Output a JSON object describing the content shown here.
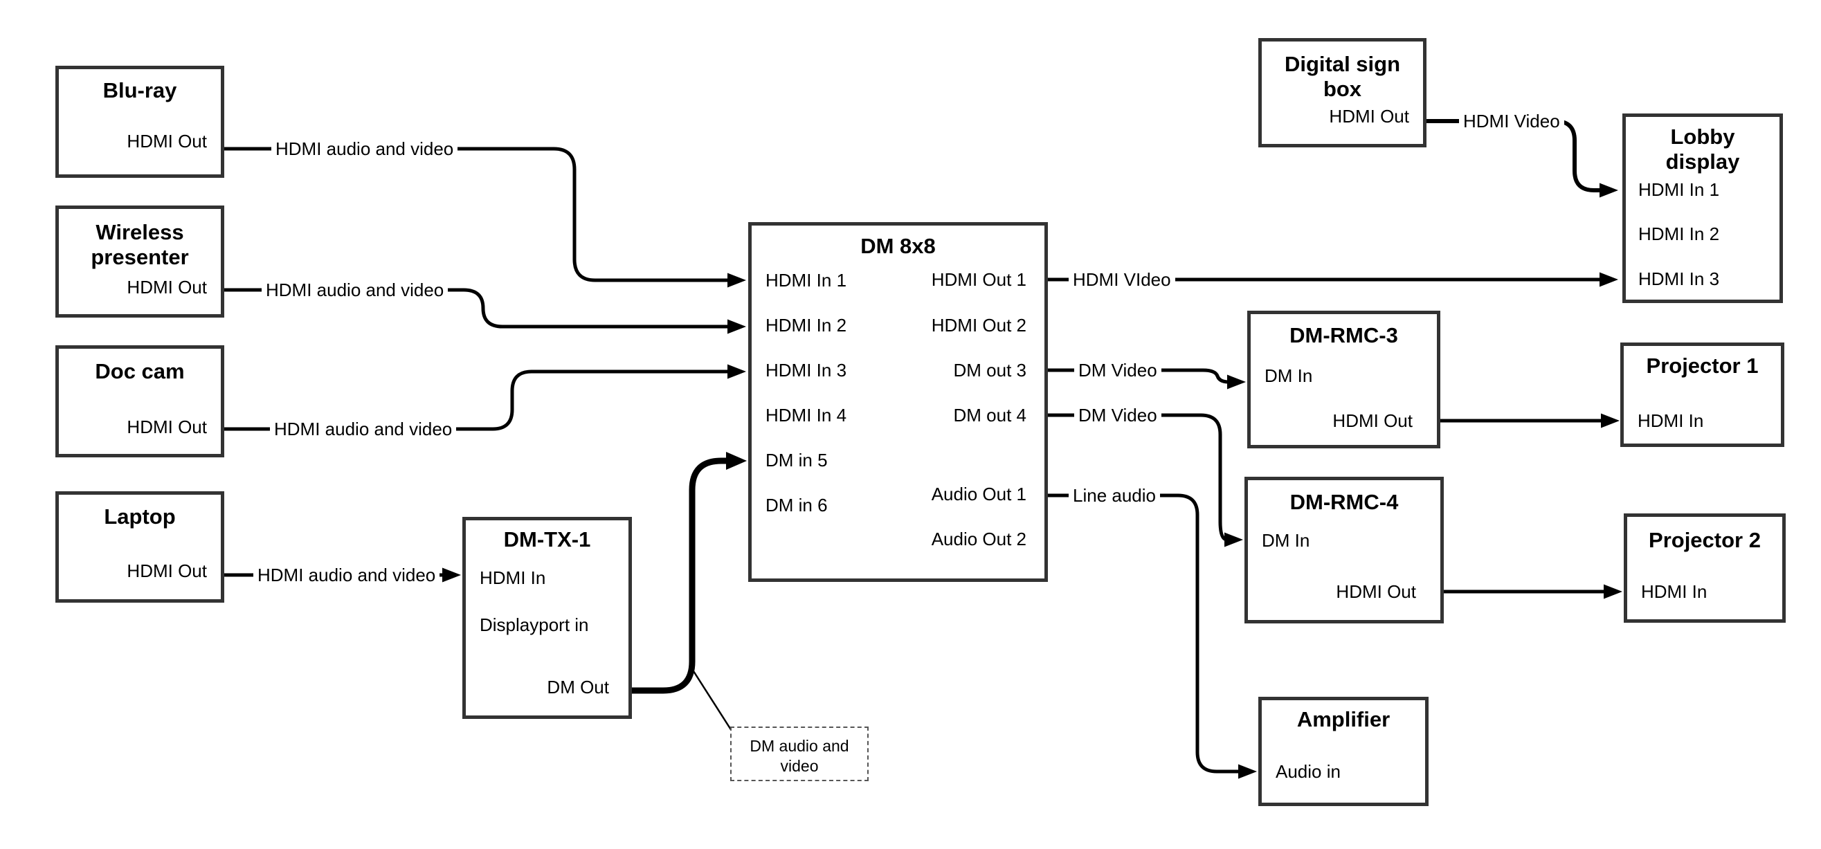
{
  "colors": {
    "background": "#ffffff",
    "line": "#000000",
    "box_border": "#333333",
    "text": "#000000"
  },
  "boxes": {
    "blu_ray": {
      "title_lines": [
        "Blu-ray"
      ],
      "ports": {
        "hdmi_out": "HDMI Out"
      }
    },
    "wireless_presenter": {
      "title_lines": [
        "Wireless",
        "presenter"
      ],
      "ports": {
        "hdmi_out": "HDMI Out"
      }
    },
    "doc_cam": {
      "title_lines": [
        "Doc cam"
      ],
      "ports": {
        "hdmi_out": "HDMI Out"
      }
    },
    "laptop": {
      "title_lines": [
        "Laptop"
      ],
      "ports": {
        "hdmi_out": "HDMI Out"
      }
    },
    "dm_tx_1": {
      "title_lines": [
        "DM-TX-1"
      ],
      "ports": {
        "hdmi_in": "HDMI In",
        "displayport_in": "Displayport in",
        "dm_out": "DM Out"
      }
    },
    "dm_8x8": {
      "title_lines": [
        "DM 8x8"
      ],
      "ports": {
        "hdmi_in_1": "HDMI In 1",
        "hdmi_in_2": "HDMI In 2",
        "hdmi_in_3": "HDMI In 3",
        "hdmi_in_4": "HDMI In 4",
        "dm_in_5": "DM in 5",
        "dm_in_6": "DM in 6",
        "hdmi_out_1": "HDMI Out 1",
        "hdmi_out_2": "HDMI Out 2",
        "dm_out_3": "DM out 3",
        "dm_out_4": "DM out 4",
        "audio_out_1": "Audio Out 1",
        "audio_out_2": "Audio Out 2"
      }
    },
    "digital_sign_box": {
      "title_lines": [
        "Digital sign",
        "box"
      ],
      "ports": {
        "hdmi_out": "HDMI Out"
      }
    },
    "lobby_display": {
      "title_lines": [
        "Lobby",
        "display"
      ],
      "ports": {
        "hdmi_in_1": "HDMI In 1",
        "hdmi_in_2": "HDMI In 2",
        "hdmi_in_3": "HDMI In 3"
      }
    },
    "dm_rmc_3": {
      "title_lines": [
        "DM-RMC-3"
      ],
      "ports": {
        "dm_in": "DM In",
        "hdmi_out": "HDMI Out"
      }
    },
    "projector_1": {
      "title_lines": [
        "Projector 1"
      ],
      "ports": {
        "hdmi_in": "HDMI In"
      }
    },
    "dm_rmc_4": {
      "title_lines": [
        "DM-RMC-4"
      ],
      "ports": {
        "dm_in": "DM In",
        "hdmi_out": "HDMI Out"
      }
    },
    "projector_2": {
      "title_lines": [
        "Projector 2"
      ],
      "ports": {
        "hdmi_in": "HDMI In"
      }
    },
    "amplifier": {
      "title_lines": [
        "Amplifier"
      ],
      "ports": {
        "audio_in": "Audio in"
      }
    }
  },
  "connection_labels": {
    "bluray_to_dm8x8": "HDMI audio and video",
    "wireless_to_dm8x8": "HDMI audio and video",
    "doccam_to_dm8x8": "HDMI audio and video",
    "laptop_to_dmtx1": "HDMI audio and video",
    "dm8x8_out1_to_lobby": "HDMI VIdeo",
    "dm8x8_out3_to_rmc3": "DM Video",
    "dm8x8_out4_to_rmc4": "DM Video",
    "dm8x8_audio1_to_amp": "Line audio",
    "digitalsign_to_lobby": "HDMI Video"
  },
  "note": {
    "lines": [
      "DM audio and",
      "video"
    ]
  }
}
